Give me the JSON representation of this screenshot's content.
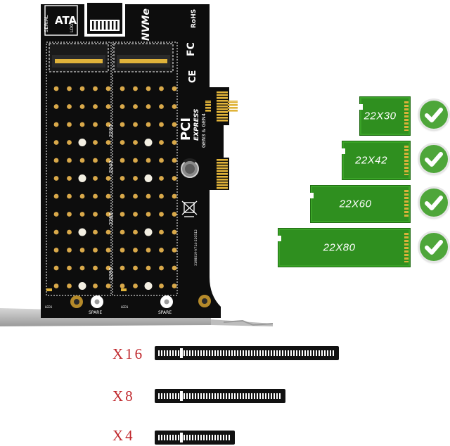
{
  "board": {
    "sata_logo": {
      "line1": "SERIAL",
      "line2": "ATA",
      "line3": "LOGO"
    },
    "nvme_logo": "NVMe",
    "rohs": "RoHS",
    "fc": "FC",
    "ce": "CE",
    "pci_express": {
      "pci": "PCI",
      "express": "EXPRESS",
      "gen": "GEN3 & GEN4"
    },
    "length_marks": [
      "2230",
      "2242",
      "2260",
      "2280"
    ],
    "serial": "3198019-V714-220512",
    "spare_label": "SPARE",
    "led_label": "LED1"
  },
  "modules": [
    {
      "label": "22X30"
    },
    {
      "label": "22X42"
    },
    {
      "label": "22X60"
    },
    {
      "label": "22X80"
    }
  ],
  "slots": [
    {
      "label": "X16"
    },
    {
      "label": "X8"
    },
    {
      "label": "X4"
    }
  ],
  "colors": {
    "pcb": "#0d0d0d",
    "gold": "#e0b33a",
    "module_green": "#2f8f1f",
    "check_green": "#4ea63a",
    "slot_label_red": "#c0282d"
  },
  "icons": [
    "check-icon",
    "weee-bin-icon",
    "capacitor-icon"
  ]
}
